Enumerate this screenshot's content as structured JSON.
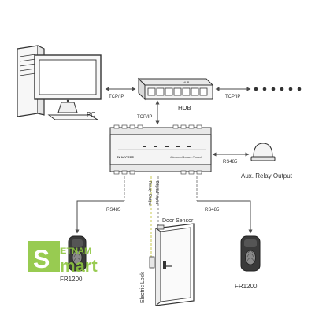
{
  "labels": {
    "pc": "PC",
    "hub": "HUB",
    "hub_brand": "HUB",
    "tcpip_left": "TCP/IP",
    "tcpip_right": "TCP/IP",
    "tcpip_down": "TCP/IP",
    "controller_brand": "ZKACCESS",
    "controller_model": "Advanced Access Control",
    "rs485_aux": "RS485",
    "aux_relay": "Aux. Relay Output",
    "rs485_left": "RS485",
    "rs485_right": "RS485",
    "relay_output": "Relay Output",
    "digital_input": "Digital Input",
    "door_sensor": "Door Sensor",
    "electric_lock": "Electric Lock",
    "reader_left": "FR1200",
    "reader_right": "FR1200"
  },
  "watermark": {
    "line1": "IETNAM",
    "line2": "mart",
    "initial": "S",
    "accent_color": "#8dc63f"
  },
  "colors": {
    "line": "#4a4a4a",
    "device_fill": "#f4f4f4",
    "dashed": "#777777",
    "relay_wire": "#c8c850"
  },
  "icons": {
    "pc": "desktop-computer-icon",
    "hub": "network-hub-icon",
    "controller": "access-controller-icon",
    "aux": "dome-light-icon",
    "reader": "fingerprint-reader-icon",
    "door": "door-icon",
    "more": "ellipsis-icon"
  }
}
